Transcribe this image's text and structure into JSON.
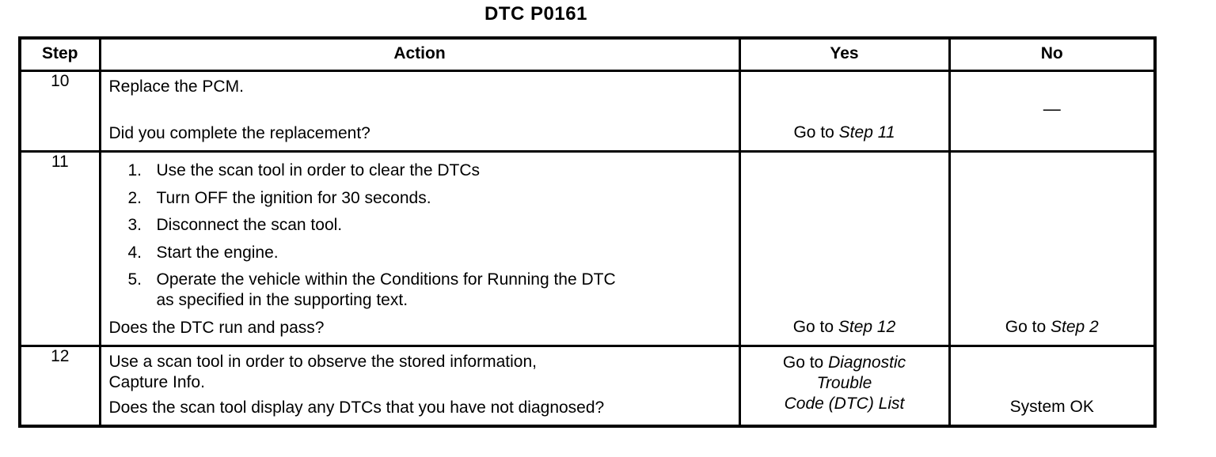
{
  "title": "DTC P0161",
  "table": {
    "headers": {
      "step": "Step",
      "action": "Action",
      "yes": "Yes",
      "no": "No"
    },
    "rows": [
      {
        "step": "10",
        "action_text": "Replace the PCM.",
        "question": "Did you complete the replacement?",
        "yes": {
          "prefix": "Go to ",
          "italic": "Step 11"
        },
        "no": {
          "dash": "—"
        }
      },
      {
        "step": "11",
        "action_items": [
          {
            "num": "1.",
            "text": "Use the scan tool in order to clear the DTCs"
          },
          {
            "num": "2.",
            "text": "Turn OFF the ignition for 30 seconds."
          },
          {
            "num": "3.",
            "text": "Disconnect the scan tool."
          },
          {
            "num": "4.",
            "text": "Start the engine."
          },
          {
            "num": "5.",
            "text": "Operate the vehicle within the Conditions for Running the DTC\nas specified in the supporting text."
          }
        ],
        "question": "Does the DTC run and pass?",
        "yes": {
          "prefix": "Go to ",
          "italic": "Step 12"
        },
        "no": {
          "prefix": "Go to ",
          "italic": "Step 2"
        }
      },
      {
        "step": "12",
        "action_text": "Use a scan tool in order to observe the stored information,\nCapture Info.",
        "question": "Does the scan tool display any DTCs that you have not diagnosed?",
        "yes": {
          "prefix": "Go to ",
          "italic_line1": "Diagnostic",
          "italic_line2": "Trouble",
          "italic_line3": "Code (DTC) List"
        },
        "no": {
          "text": "System OK"
        }
      }
    ]
  }
}
